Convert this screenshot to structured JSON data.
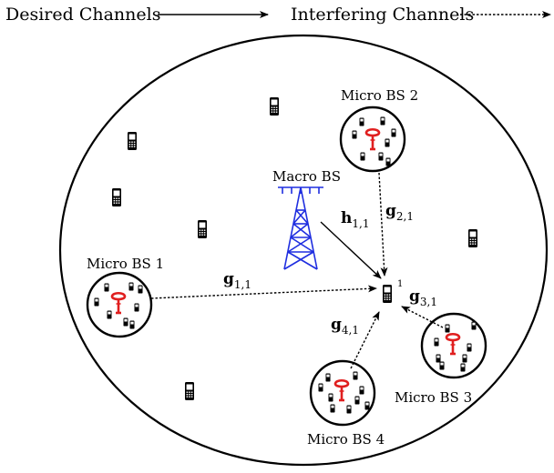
{
  "legend": {
    "desired_label": "Desired Channels",
    "interfering_label": "Interfering Channels"
  },
  "macro_bs": {
    "label": "Macro BS",
    "color": "#1f2ee0"
  },
  "micro_bs_color": "#e01f1f",
  "micro_bs": [
    {
      "label": "Micro BS 1"
    },
    {
      "label": "Micro BS 2"
    },
    {
      "label": "Micro BS 3"
    },
    {
      "label": "Micro BS 4"
    }
  ],
  "target_user": {
    "index": "1"
  },
  "channels": {
    "h11": {
      "symbol": "h",
      "sub": "1,1"
    },
    "g11": {
      "symbol": "g",
      "sub": "1,1"
    },
    "g21": {
      "symbol": "g",
      "sub": "2,1"
    },
    "g31": {
      "symbol": "g",
      "sub": "3,1"
    },
    "g41": {
      "symbol": "g",
      "sub": "4,1"
    }
  }
}
